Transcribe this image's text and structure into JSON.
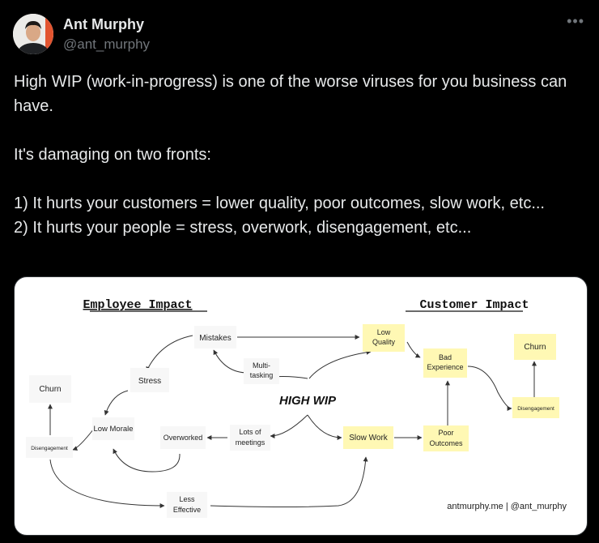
{
  "author": {
    "name": "Ant Murphy",
    "handle": "@ant_murphy"
  },
  "menu_icon": "more-horizontal-icon",
  "tweet": {
    "lines": [
      "High WIP (work-in-progress) is one of the worse viruses for you business can have.",
      "It's damaging on two fronts:",
      "1) It hurts your customers = lower quality, poor outcomes, slow work, etc...",
      "2) It hurts your people = stress, overwork, disengagement, etc..."
    ]
  },
  "diagram": {
    "heading_left": "Employee Impact",
    "heading_right": "Customer Impact",
    "center": "HIGH WIP",
    "nodes": {
      "mistakes": "Mistakes",
      "multitasking_1": "Multi-",
      "multitasking_2": "tasking",
      "stress": "Stress",
      "churn_left": "Churn",
      "low_morale": "Low Morale",
      "overworked": "Overworked",
      "meetings_1": "Lots of",
      "meetings_2": "meetings",
      "disengagement_left": "Disengagement",
      "less_effective_1": "Less",
      "less_effective_2": "Effective",
      "low_quality_1": "Low",
      "low_quality_2": "Quality",
      "bad_exp_1": "Bad",
      "bad_exp_2": "Experience",
      "churn_right": "Churn",
      "disengagement_right": "Disengagement",
      "slow_work": "Slow Work",
      "poor_outcomes_1": "Poor",
      "poor_outcomes_2": "Outcomes"
    },
    "credit": "antmurphy.me | @ant_murphy"
  }
}
